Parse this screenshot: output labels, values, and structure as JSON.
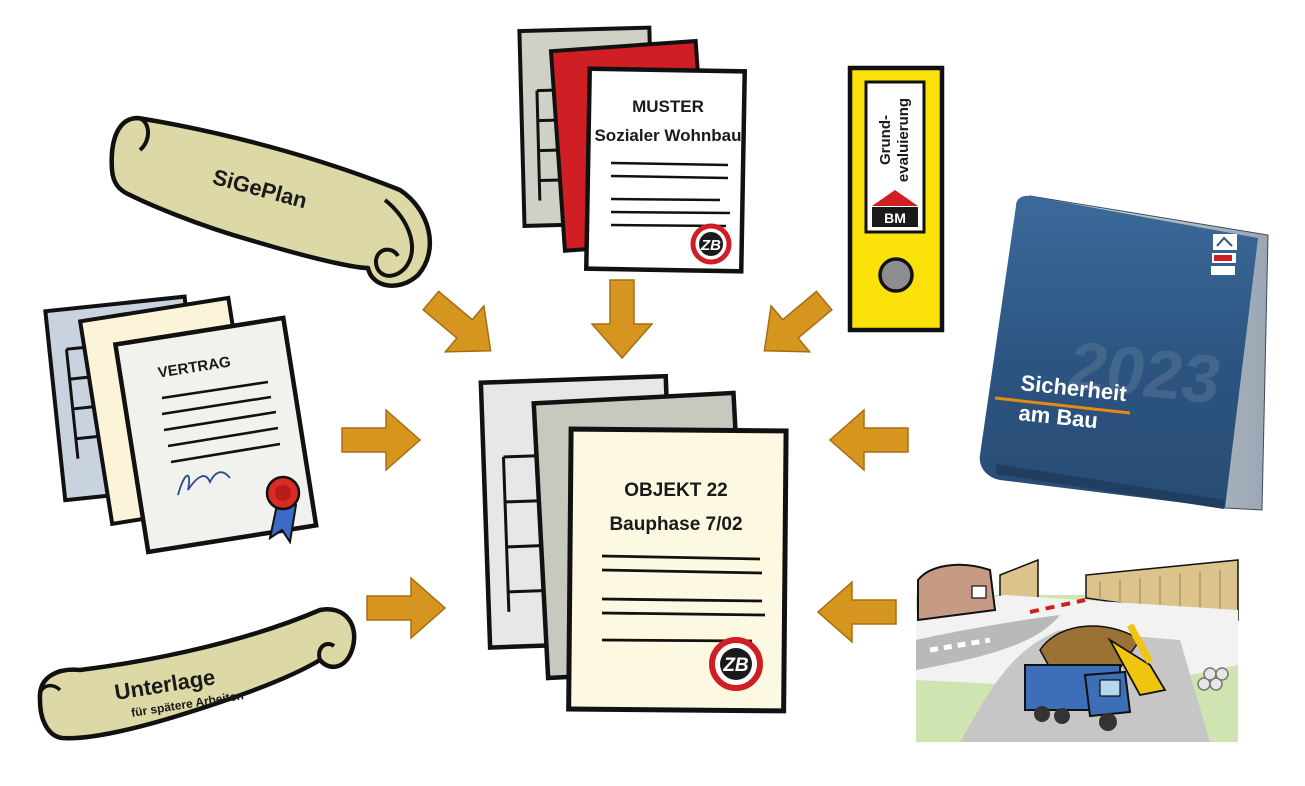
{
  "documents": {
    "center": {
      "line1": "OBJEKT 22",
      "line2": "Bauphase 7/02",
      "badge": "ZB"
    },
    "muster": {
      "line1": "MUSTER",
      "line2": "Sozialer Wohnbau",
      "badge": "ZB"
    },
    "vertrag": {
      "title": "VERTRAG"
    },
    "sigeplan": {
      "title": "SiGePlan"
    },
    "unterlage": {
      "title": "Unterlage",
      "subtitle": "für spätere Arbeiten"
    },
    "ordner": {
      "label_line1": "Grund-",
      "label_line2": "evaluierung",
      "logo": "BM"
    },
    "book": {
      "line1": "Sicherheit",
      "line2": "am Bau",
      "year": "2023"
    }
  },
  "colors": {
    "arrow": "#d6951f",
    "scroll": "#dcd9a6",
    "paper_cream": "#fdf8e1",
    "binder_yellow": "#fbe10a",
    "book_blue": "#2f5883",
    "red_doc": "#cf1f25",
    "outline": "#111111"
  }
}
